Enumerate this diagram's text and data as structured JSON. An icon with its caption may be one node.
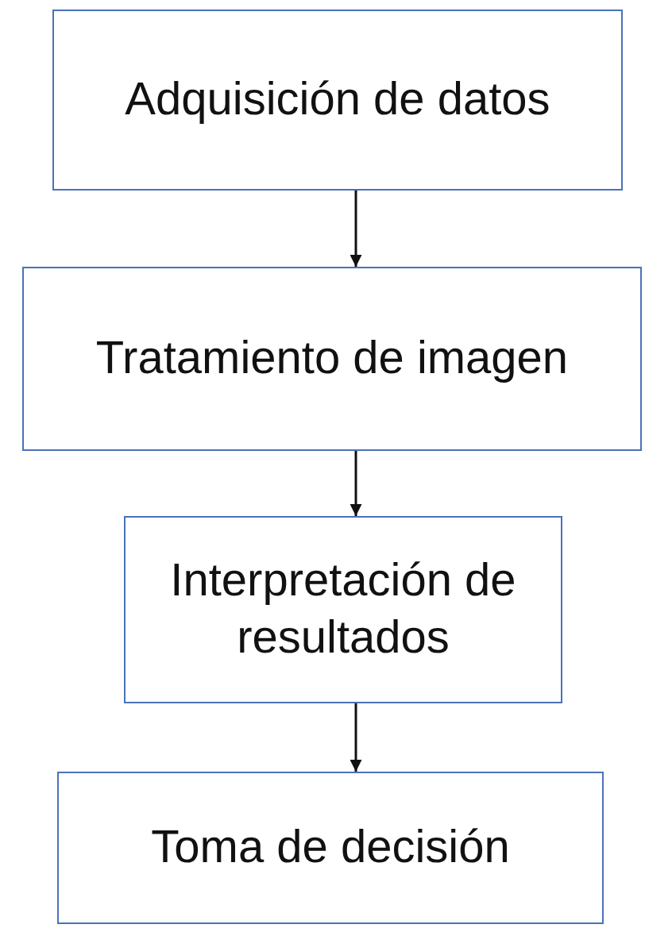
{
  "diagram": {
    "nodes": [
      {
        "text": [
          "Adquisición de datos"
        ]
      },
      {
        "text": [
          "Tratamiento de imagen"
        ]
      },
      {
        "text": [
          "Interpretación de resultados"
        ]
      },
      {
        "text": [
          "Toma de decisión"
        ]
      }
    ],
    "edges": [
      {
        "from": 0,
        "to": 1,
        "arrow": "to"
      },
      {
        "from": 1,
        "to": 2,
        "arrow": "to"
      },
      {
        "from": 2,
        "to": 3,
        "arrow": "to"
      }
    ]
  }
}
